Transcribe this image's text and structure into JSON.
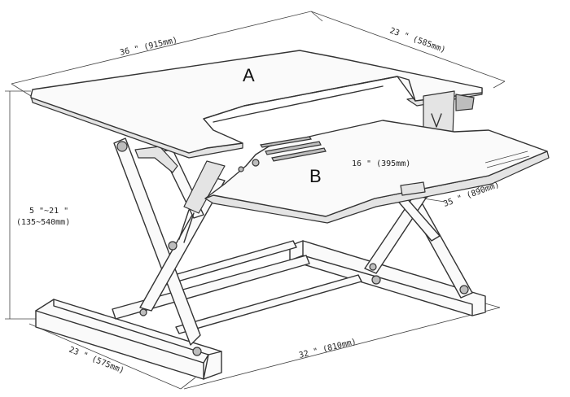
{
  "labels": {
    "surface_a": "A",
    "surface_b": "B"
  },
  "dimensions": {
    "top_width": "36 \" (915mm)",
    "top_depth": "23 \" (585mm)",
    "keyboard_depth": "16 \" (395mm)",
    "keyboard_width": "35 \" (890mm)",
    "height_range": "5 \"~21 \"",
    "height_range_mm": "(135~540mm)",
    "base_depth": "23 \" (575mm)",
    "base_width": "32 \" (810mm)"
  }
}
